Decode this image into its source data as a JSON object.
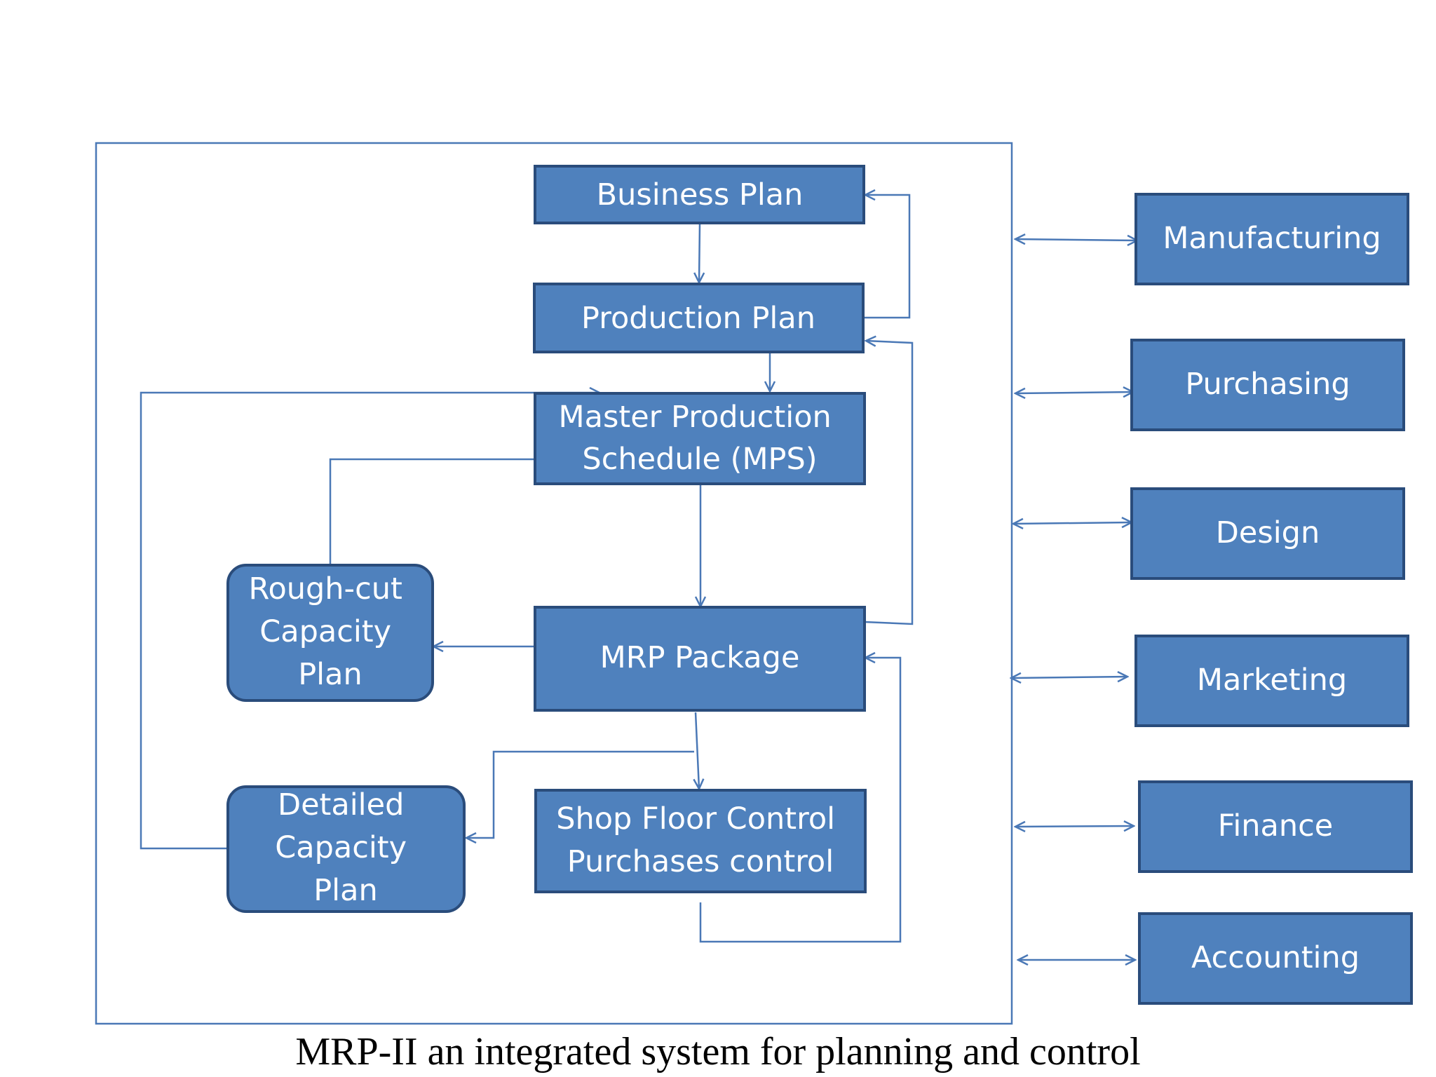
{
  "caption": "MRP-II an integrated system for planning and control",
  "nodes": {
    "business_plan": [
      "Business Plan"
    ],
    "production_plan": [
      "Production Plan"
    ],
    "mps": [
      "Master Production",
      "Schedule (MPS)"
    ],
    "rough_cut": [
      "Rough-cut",
      "Capacity",
      "Plan"
    ],
    "mrp_package": [
      "MRP Package"
    ],
    "detailed_capacity": [
      "Detailed",
      "Capacity",
      "Plan"
    ],
    "shop_floor": [
      "Shop Floor Control",
      "Purchases control"
    ]
  },
  "functions": [
    "Manufacturing",
    "Purchasing",
    "Design",
    "Marketing",
    "Finance",
    "Accounting"
  ],
  "colors": {
    "box_fill": "#4f81bd",
    "box_border": "#2a4c7b",
    "line": "#4a78b6",
    "text": "#ffffff"
  }
}
